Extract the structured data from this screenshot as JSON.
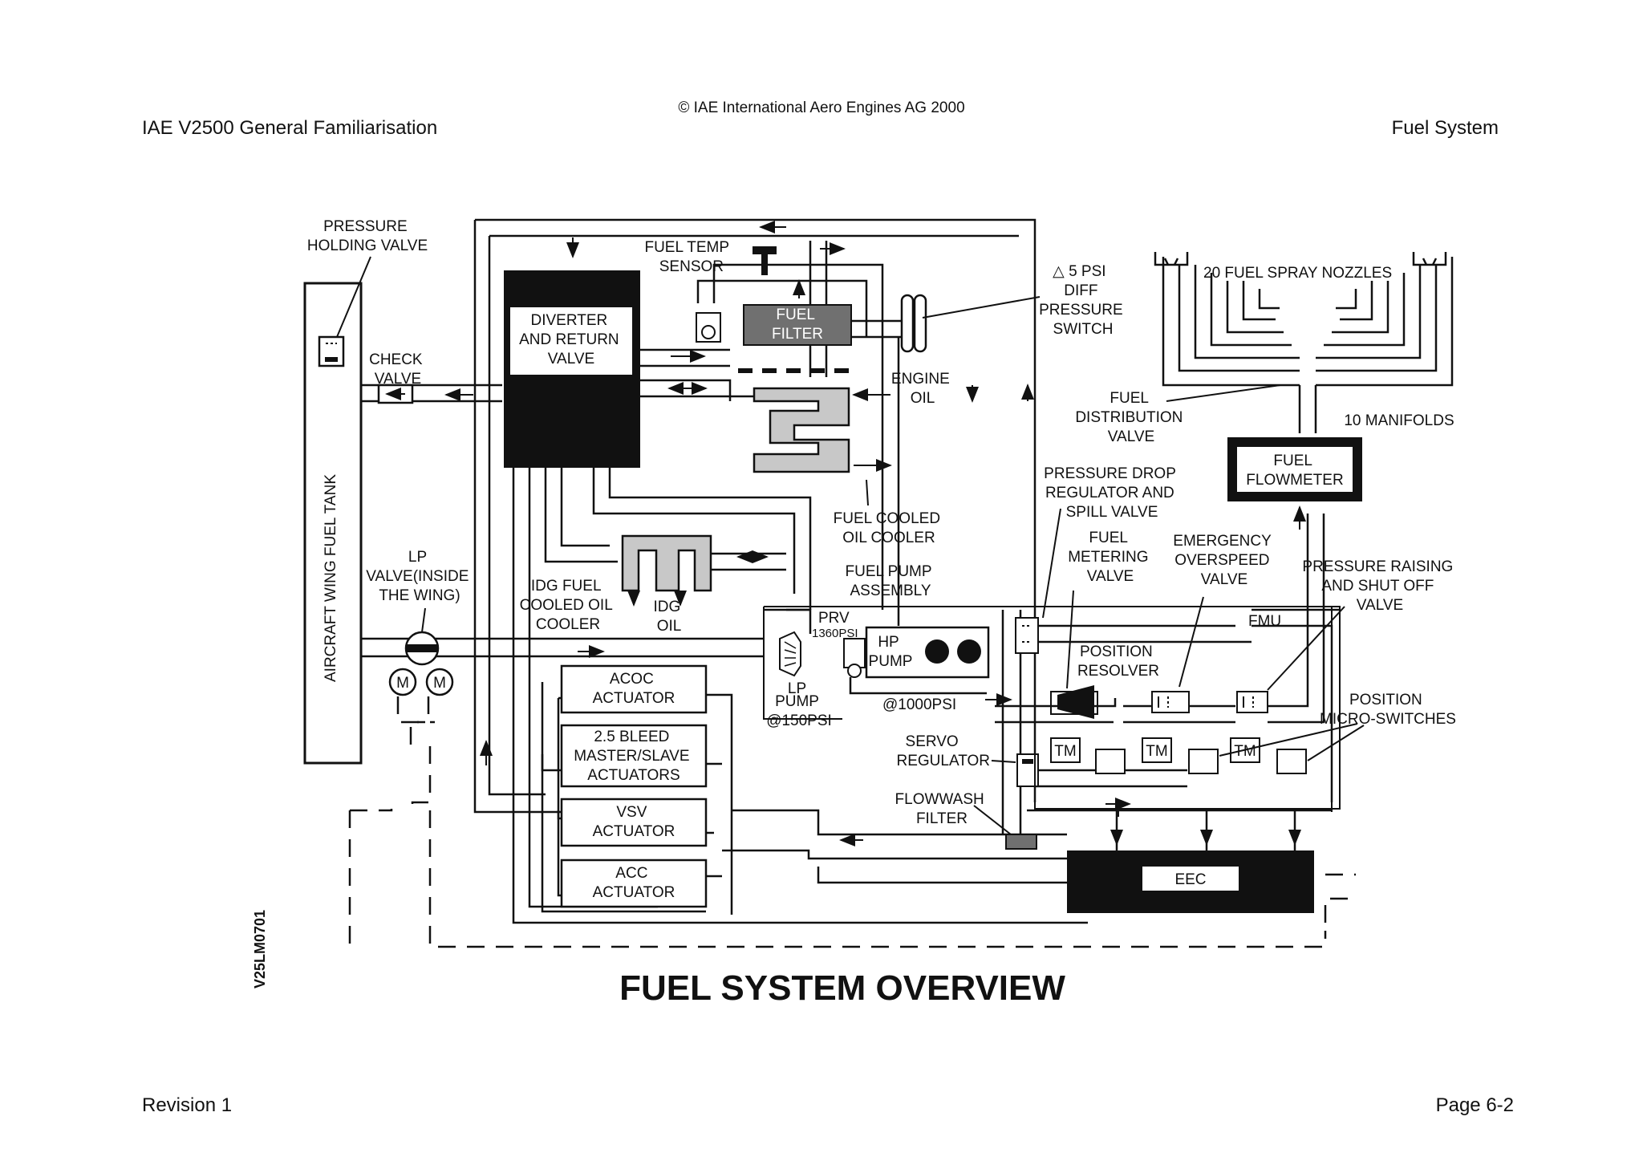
{
  "header": {
    "copyright": "© IAE International Aero Engines AG 2000",
    "doc_title": "IAE V2500 General Familiarisation",
    "section_title": "Fuel System"
  },
  "footer": {
    "revision": "Revision 1",
    "page": "Page 6-2"
  },
  "diagram": {
    "title": "FUEL SYSTEM OVERVIEW",
    "figure_id": "V25LM0701",
    "labels": {
      "pressure_holding_valve": [
        "PRESSURE",
        "HOLDING VALVE"
      ],
      "check_valve": [
        "CHECK",
        "VALVE"
      ],
      "wing_tank": "AIRCRAFT WING FUEL TANK",
      "lp_valve": [
        "LP",
        "VALVE(INSIDE",
        "THE WING)"
      ],
      "motor": "M",
      "diverter": [
        "DIVERTER",
        "AND RETURN",
        "VALVE"
      ],
      "fuel_temp_sensor": [
        "FUEL TEMP",
        "SENSOR"
      ],
      "fuel_filter": [
        "FUEL",
        "FILTER"
      ],
      "diff_switch": [
        "△ 5 PSI",
        "DIFF",
        "PRESSURE",
        "SWITCH"
      ],
      "engine_oil": [
        "ENGINE",
        "OIL"
      ],
      "fcoc": [
        "FUEL COOLED",
        "OIL COOLER"
      ],
      "fuel_pump_assembly": [
        "FUEL PUMP",
        "ASSEMBLY"
      ],
      "idg_fcoc": [
        "IDG FUEL",
        "COOLED OIL",
        "COOLER"
      ],
      "idg_oil": [
        "IDG",
        "OIL"
      ],
      "prv": [
        "PRV",
        "1360PSI"
      ],
      "hp_pump": [
        "HP",
        "PUMP"
      ],
      "lp_pump": [
        "LP",
        "PUMP",
        "@150PSI"
      ],
      "at_1000psi": "@1000PSI",
      "acoc_actuator": [
        "ACOC",
        "ACTUATOR"
      ],
      "bleed_actuators": [
        "2.5 BLEED",
        "MASTER/SLAVE",
        "ACTUATORS"
      ],
      "vsv_actuator": [
        "VSV",
        "ACTUATOR"
      ],
      "acc_actuator": [
        "ACC",
        "ACTUATOR"
      ],
      "servo_regulator": [
        "SERVO",
        "REGULATOR"
      ],
      "flowwash_filter": [
        "FLOWWASH",
        "FILTER"
      ],
      "eec": "EEC",
      "spray_nozzles": "20 FUEL SPRAY NOZZLES",
      "fuel_distribution_valve": [
        "FUEL",
        "DISTRIBUTION",
        "VALVE"
      ],
      "manifolds": "10 MANIFOLDS",
      "fuel_flowmeter": [
        "FUEL",
        "FLOWMETER"
      ],
      "pressure_drop_regulator": [
        "PRESSURE DROP",
        "REGULATOR AND",
        "SPILL VALVE"
      ],
      "fuel_metering_valve": [
        "FUEL",
        "METERING",
        "VALVE"
      ],
      "emergency_overspeed_valve": [
        "EMERGENCY",
        "OVERSPEED",
        "VALVE"
      ],
      "pressure_raising_valve": [
        "PRESSURE RAISING",
        "AND SHUT OFF",
        "VALVE"
      ],
      "fmu": "FMU",
      "position_resolver": [
        "POSITION",
        "RESOLVER"
      ],
      "position_microswitches": [
        "POSITION",
        "MICRO-SWITCHES"
      ],
      "tm": "TM"
    }
  }
}
